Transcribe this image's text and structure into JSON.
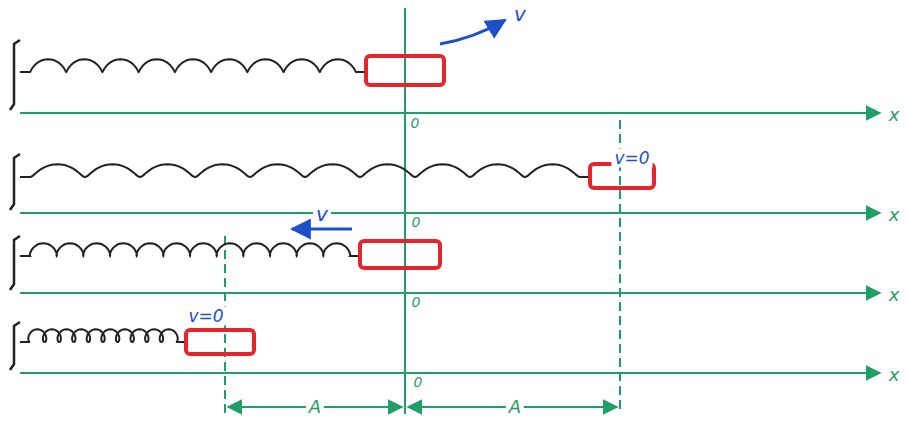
{
  "diagram": {
    "labels": [
      "v",
      "0",
      "x",
      "v=0",
      "0",
      "x",
      "v",
      "0",
      "x",
      "v=0",
      "0",
      "x",
      "A",
      "A"
    ]
  }
}
